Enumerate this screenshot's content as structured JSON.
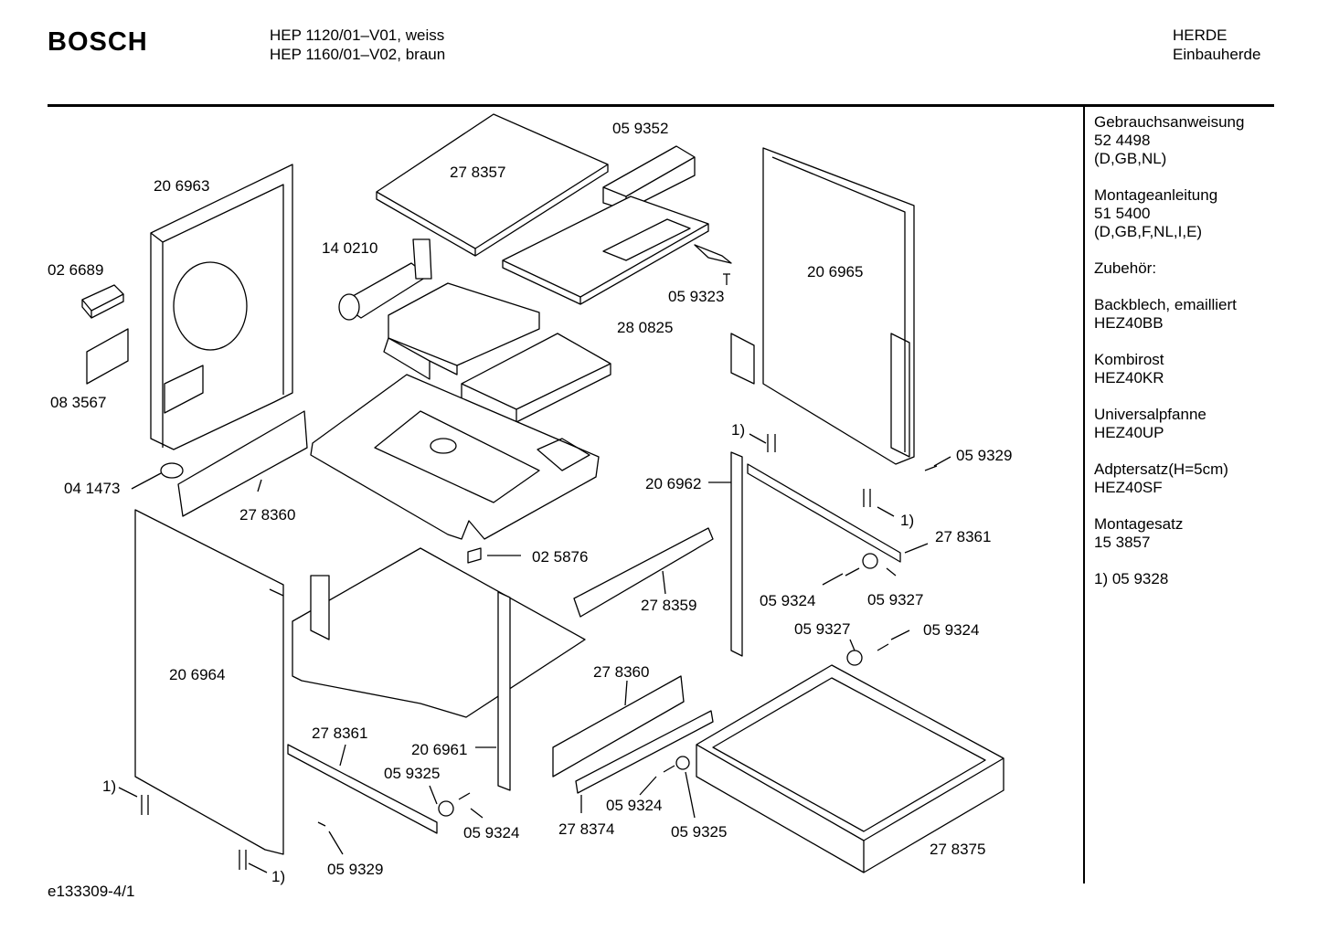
{
  "header": {
    "brand": "BOSCH",
    "model_lines": [
      "HEP 1120/01–V01, weiss",
      "HEP 1160/01–V02, braun"
    ],
    "category_lines": [
      "HERDE",
      "Einbauherde"
    ]
  },
  "sidebar": {
    "blocks": [
      [
        "Gebrauchsanweisung",
        "52 4498",
        "(D,GB,NL)"
      ],
      [
        "Montageanleitung",
        "51 5400",
        "(D,GB,F,NL,I,E)"
      ],
      [
        "",
        "Zubehör:"
      ],
      [
        "Backblech, emailliert",
        "HEZ40BB"
      ],
      [
        "Kombirost",
        "HEZ40KR"
      ],
      [
        "Universalpfanne",
        "HEZ40UP"
      ],
      [
        "Adptersatz(H=5cm)",
        "HEZ40SF"
      ],
      [
        "Montagesatz",
        "15 3857"
      ],
      [
        "",
        "1) 05 9328"
      ]
    ]
  },
  "part_labels": [
    "27 8357",
    "05 9352",
    "20 6963",
    "14 0210",
    "02 6689",
    "05 9323",
    "28 0825",
    "20 6965",
    "08 3567",
    "04 1473",
    "27 8360",
    "1)",
    "05 9329",
    "20 6962",
    "1)",
    "27 8361",
    "02 5876",
    "27 8359",
    "05 9324",
    "05 9327",
    "05 9327",
    "05 9324",
    "20 6964",
    "27 8360",
    "27 8361",
    "20 6961",
    "1)",
    "05 9325",
    "05 9324",
    "27 8374",
    "05 9325",
    "05 9324",
    "27 8375",
    "1)",
    "05 9329"
  ],
  "footer": {
    "code": "e133309-4/1"
  }
}
